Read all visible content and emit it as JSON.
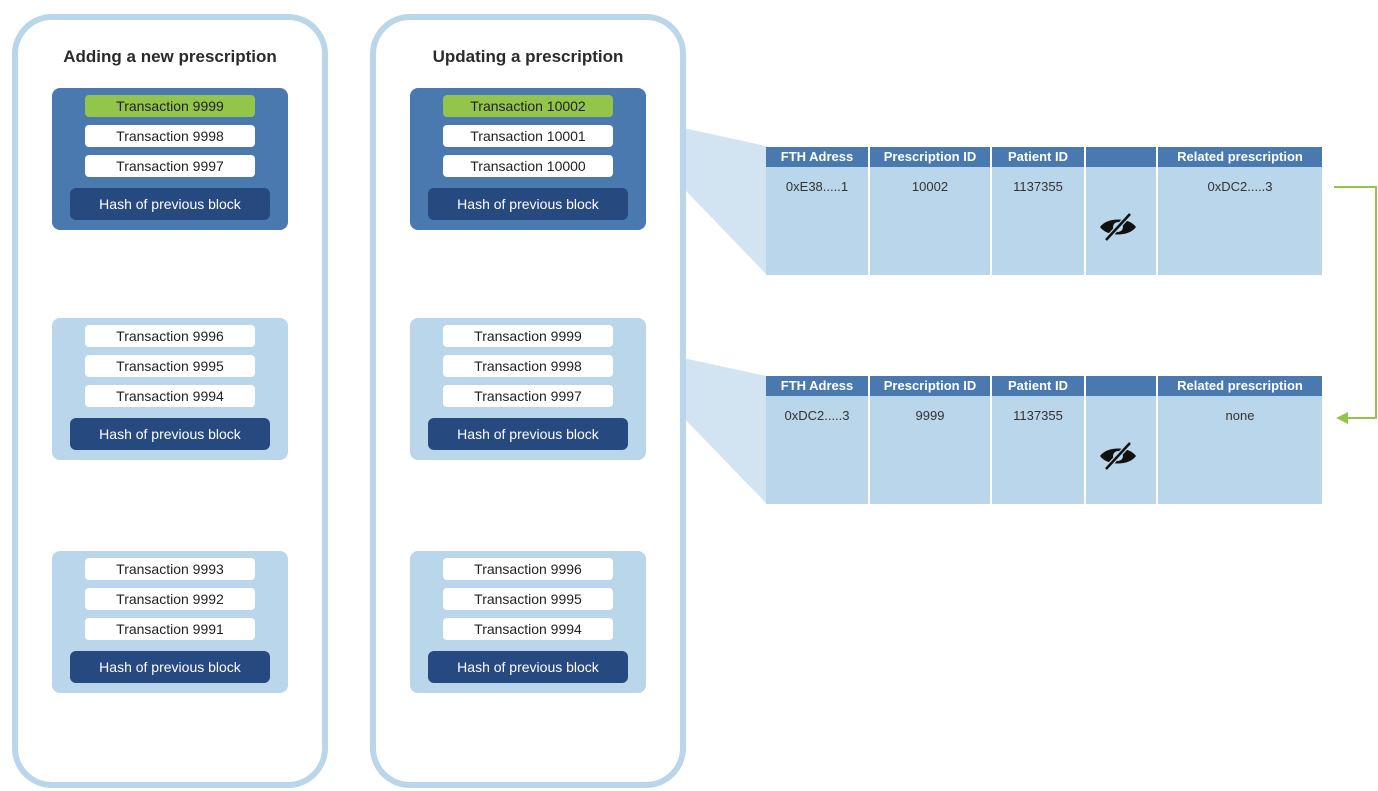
{
  "left_panel": {
    "title": "Adding a new prescription",
    "blocks": [
      {
        "transactions": [
          "Transaction 9999",
          "Transaction 9998",
          "Transaction 9997"
        ],
        "hash": "Hash of previous block"
      },
      {
        "transactions": [
          "Transaction 9996",
          "Transaction 9995",
          "Transaction 9994"
        ],
        "hash": "Hash of previous block"
      },
      {
        "transactions": [
          "Transaction 9993",
          "Transaction 9992",
          "Transaction 9991"
        ],
        "hash": "Hash of previous block"
      }
    ]
  },
  "right_panel": {
    "title": "Updating a prescription",
    "blocks": [
      {
        "transactions": [
          "Transaction 10002",
          "Transaction 10001",
          "Transaction 10000"
        ],
        "hash": "Hash of previous block"
      },
      {
        "transactions": [
          "Transaction 9999",
          "Transaction 9998",
          "Transaction 9997"
        ],
        "hash": "Hash of previous block"
      },
      {
        "transactions": [
          "Transaction 9996",
          "Transaction 9995",
          "Transaction 9994"
        ],
        "hash": "Hash of previous block"
      }
    ]
  },
  "tables": [
    {
      "headers": [
        "FTH Adress",
        "Prescription ID",
        "Patient ID",
        "",
        "Related prescription"
      ],
      "values": [
        "0xE38.....1",
        "10002",
        "1137355",
        "",
        "0xDC2.....3"
      ],
      "icon": "eye-slash-icon"
    },
    {
      "headers": [
        "FTH Adress",
        "Prescription ID",
        "Patient ID",
        "",
        "Related prescription"
      ],
      "values": [
        "0xDC2.....3",
        "9999",
        "1137355",
        "",
        "none"
      ],
      "icon": "eye-slash-icon"
    }
  ],
  "colors": {
    "panel_border": "#b9d6ea",
    "block_light": "#b9d6ea",
    "block_dark": "#4979ae",
    "hash": "#26497f",
    "highlight_green": "#93c54b",
    "arrow_blue": "#a9c9e1"
  }
}
